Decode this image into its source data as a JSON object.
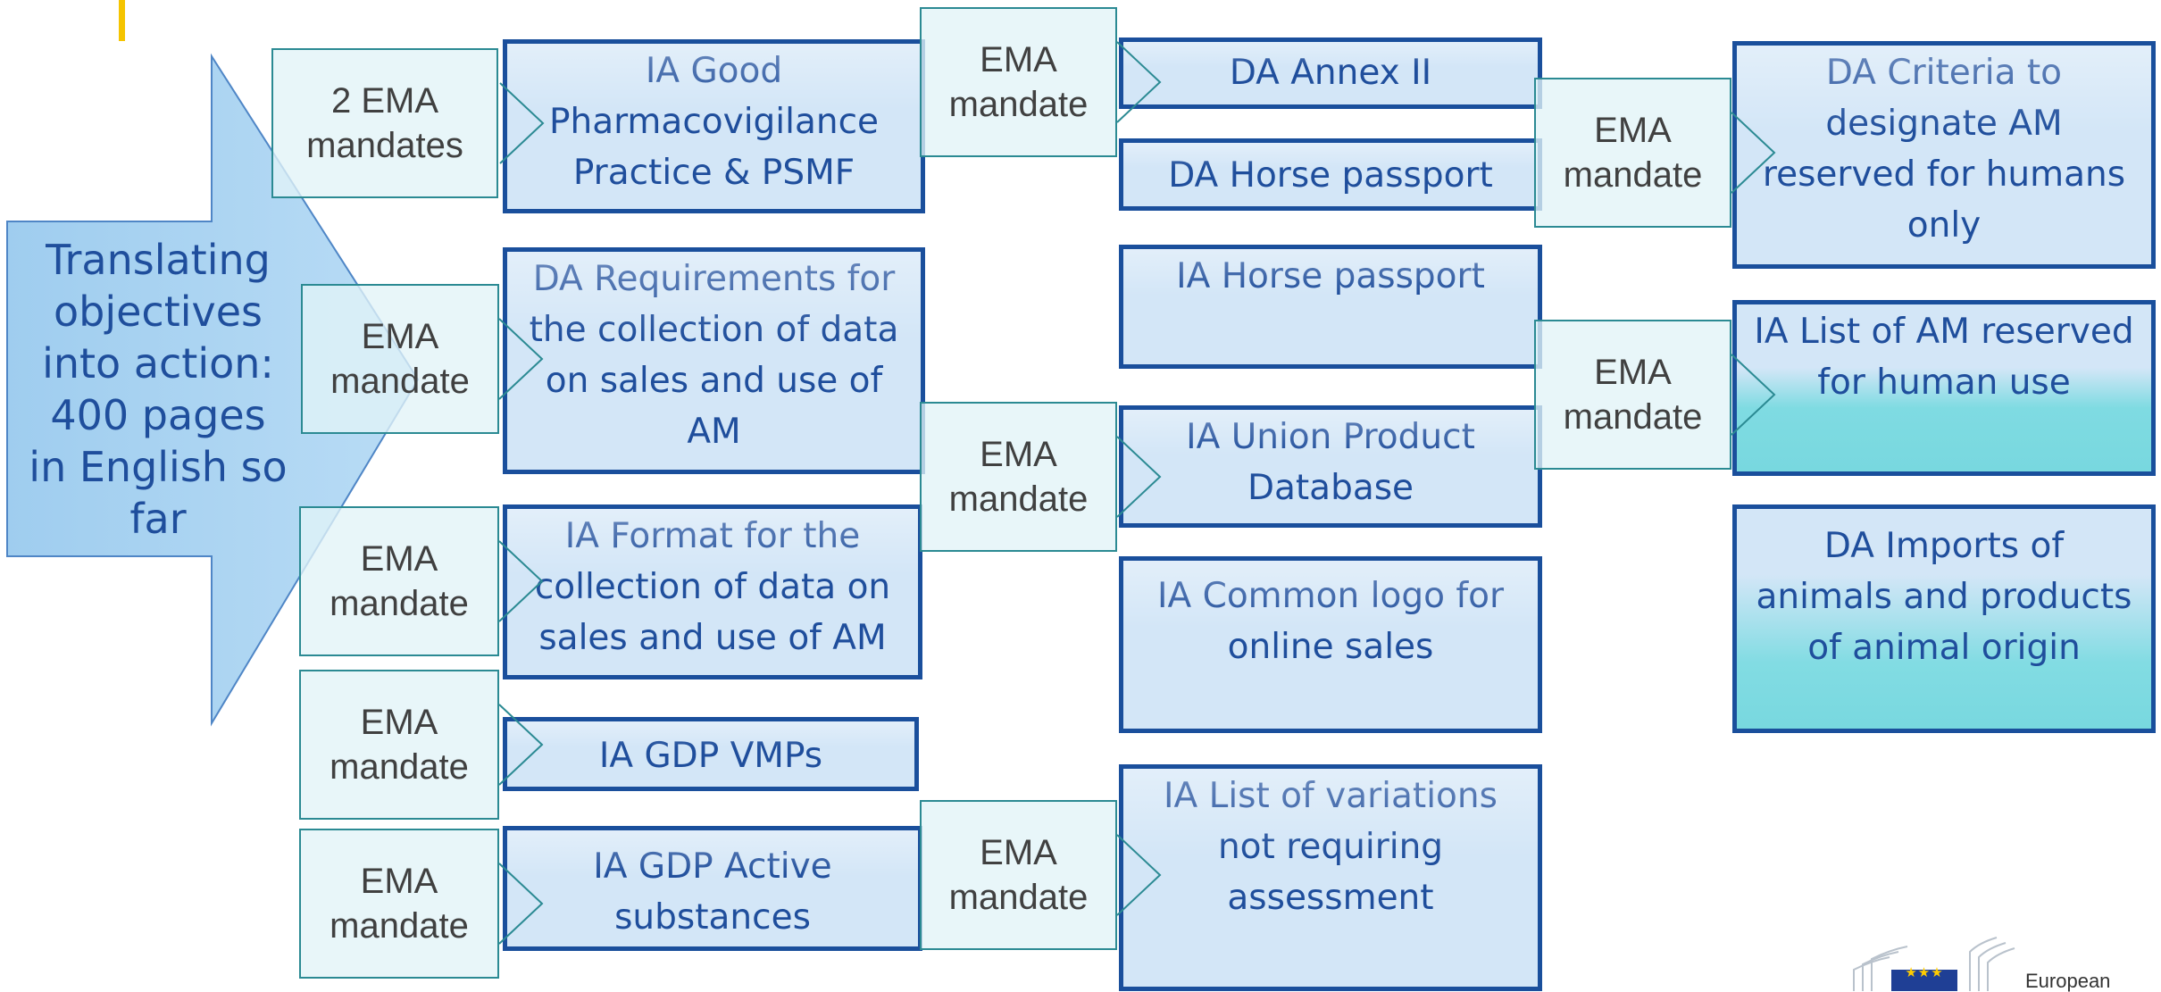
{
  "arrow": {
    "label": "Translating\nobjectives\ninto action:\n400 pages\nin English so\nfar"
  },
  "mandates": {
    "m1": "2 EMA\nmandates",
    "m2": "EMA\nmandate",
    "m3": "EMA\nmandate",
    "m4": "EMA\nmandate",
    "m5": "EMA\nmandate",
    "m6": "EMA\nmandate",
    "m7": "EMA\nmandate",
    "m8": "EMA\nmandate",
    "m9": "EMA\nmandate",
    "m10": "EMA\nmandate"
  },
  "boxes": {
    "ia_gpp": "IA Good\nPharmacovigilance\nPractice & PSMF",
    "da_requirements": "DA Requirements for\nthe collection of data\non sales and use of\nAM",
    "ia_format": "IA Format for the\ncollection of data on\nsales and use of AM",
    "ia_gdp_vmps": "IA GDP VMPs",
    "ia_gdp_active": "IA GDP Active\nsubstances",
    "da_annex": "DA Annex II",
    "da_horse": "DA Horse passport",
    "ia_horse": "IA Horse passport",
    "ia_union": "IA Union Product\nDatabase",
    "ia_logo": "IA Common logo for\nonline sales",
    "ia_variations": "IA List of variations\nnot requiring\nassessment",
    "da_criteria": "DA Criteria to\ndesignate AM\nreserved for humans\nonly",
    "ia_list_am": "IA List of AM reserved\nfor human use",
    "da_imports": "DA Imports of\nanimals and products\nof animal origin"
  },
  "logo": {
    "text": "European"
  },
  "colors": {
    "box_border": "#1a4f9c",
    "box_fill": "#d3e6f7",
    "box_text": "#1f4e9c",
    "teal": "#78d8df",
    "accent": "#f5c400",
    "arrow_fill": "#a9d1f0"
  }
}
